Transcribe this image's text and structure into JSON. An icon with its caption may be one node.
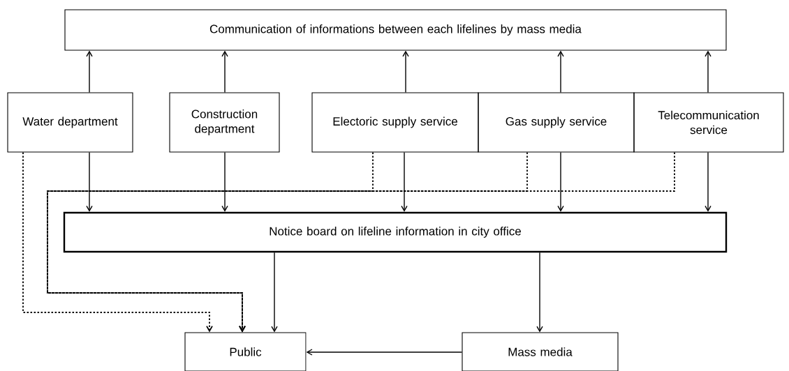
{
  "diagram": {
    "nodes": [
      {
        "text": [
          "Communication of informations between each lifelines by mass media"
        ]
      },
      {
        "text": [
          "Water department"
        ]
      },
      {
        "text": [
          "Construction department"
        ]
      },
      {
        "text": [
          "Electoric supply service"
        ]
      },
      {
        "text": [
          "Gas supply service"
        ]
      },
      {
        "text": [
          "Telecommunication service"
        ]
      },
      {
        "text": [
          "Notice board on lifeline information in city office"
        ]
      },
      {
        "text": [
          "Public"
        ]
      },
      {
        "text": [
          "Mass media"
        ]
      }
    ],
    "edges": [
      {
        "from": 1,
        "to": 0,
        "arrow": "to"
      },
      {
        "from": 2,
        "to": 0,
        "arrow": "to"
      },
      {
        "from": 3,
        "to": 0,
        "arrow": "to"
      },
      {
        "from": 4,
        "to": 0,
        "arrow": "to"
      },
      {
        "from": 5,
        "to": 0,
        "arrow": "to"
      },
      {
        "from": 1,
        "to": 6,
        "arrow": "to"
      },
      {
        "from": 2,
        "to": 6,
        "arrow": "to"
      },
      {
        "from": 3,
        "to": 6,
        "arrow": "to"
      },
      {
        "from": 4,
        "to": 6,
        "arrow": "to"
      },
      {
        "from": 5,
        "to": 6,
        "arrow": "to"
      },
      {
        "from": 6,
        "to": 7,
        "arrow": "to"
      },
      {
        "from": 6,
        "to": 8,
        "arrow": "to"
      },
      {
        "from": 8,
        "to": 7,
        "arrow": "to"
      },
      {
        "from": 1,
        "to": 7,
        "arrow": "to",
        "style": "dashed"
      },
      {
        "from": 3,
        "to": 7,
        "arrow": "to",
        "style": "dashed"
      },
      {
        "from": 4,
        "to": 7,
        "arrow": "to",
        "style": "dashed"
      },
      {
        "from": 5,
        "to": 7,
        "arrow": "to",
        "style": "dashed"
      }
    ]
  }
}
